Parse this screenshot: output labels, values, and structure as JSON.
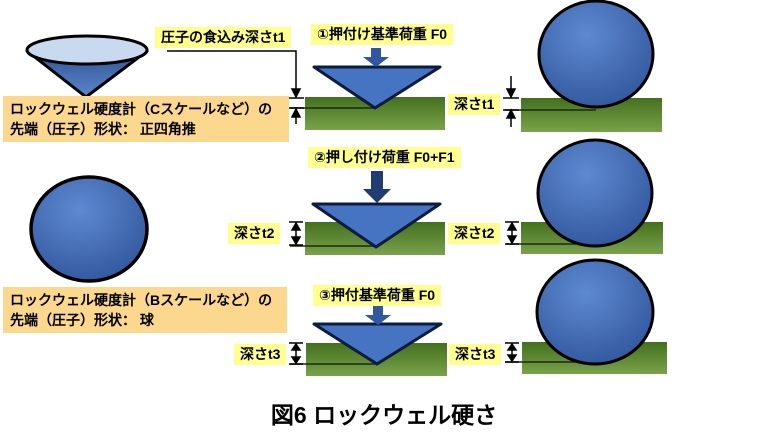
{
  "caption": "図6 ロックウェル硬さ",
  "callout_label": "圧子の食込み深さt1",
  "left_panel": {
    "cone_caption": {
      "line1": "ロックウェル硬度計（Cスケールなど）の",
      "line2": "先端（圧子）形状： 正四角推"
    },
    "ball_caption": {
      "line1": "ロックウェル硬度計（Bスケールなど）の",
      "line2": "先端（圧子）形状： 球"
    }
  },
  "steps": [
    {
      "load_label": "①押付け基準荷重 F0",
      "depth_right": "深さt1"
    },
    {
      "load_label": "②押し付け荷重 F0+F1",
      "depth_left": "深さt2",
      "depth_right": "深さt2"
    },
    {
      "load_label": "③押付基準荷重 F0",
      "depth_left": "深さt3",
      "depth_right": "深さt3"
    }
  ],
  "colors": {
    "label_yellow": "#ffff8f",
    "label_tan": "#fbd88e",
    "specimen_green_dark": "#47741f",
    "specimen_green_light": "#79a24a",
    "indenter_blue": "#4673c2",
    "indenter_outline": "#0d1b3e",
    "ball_blue_light": "#5e8ad2",
    "ball_blue_dark": "#2a4e94",
    "cone_top_light_blue": "#c8d9f0",
    "arrow_blue": "#2f57a2",
    "arrow_navy": "#203c72"
  }
}
